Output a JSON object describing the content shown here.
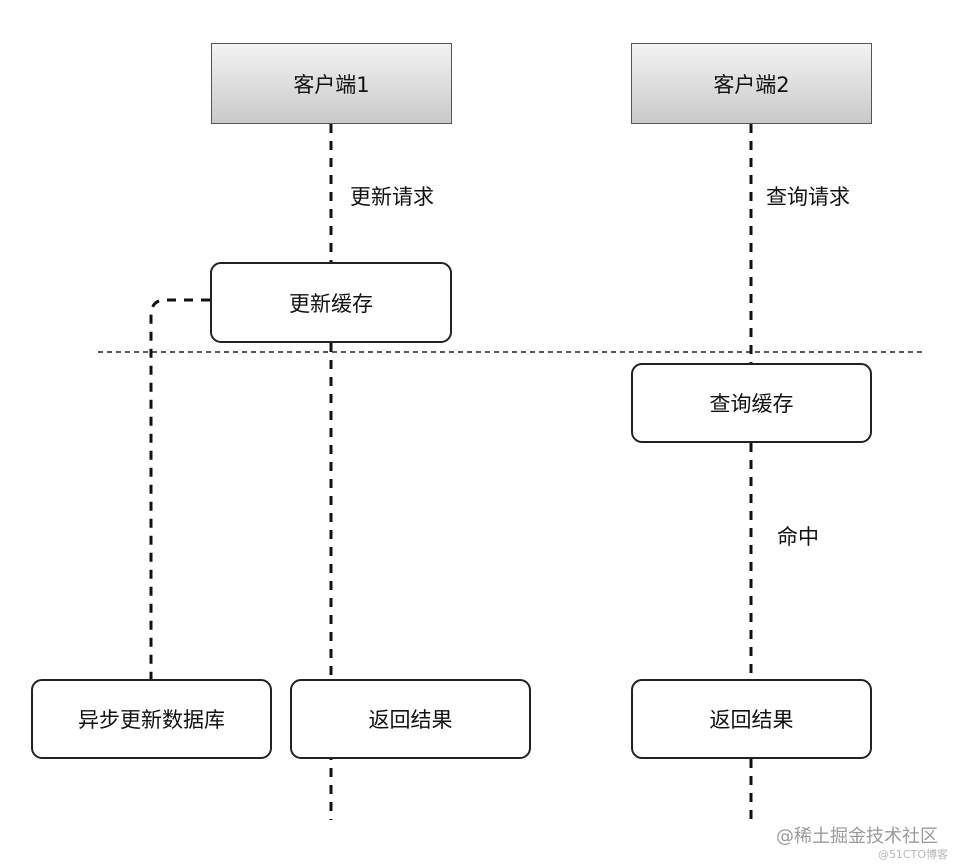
{
  "actors": {
    "client1": "客户端1",
    "client2": "客户端2"
  },
  "messages": {
    "update_request": "更新请求",
    "query_request": "查询请求",
    "hit": "命中"
  },
  "steps": {
    "update_cache": "更新缓存",
    "query_cache": "查询缓存",
    "async_update_db": "异步更新数据库",
    "return_result_1": "返回结果",
    "return_result_2": "返回结果"
  },
  "watermarks": {
    "juejin": "@稀土掘金技术社区",
    "cto": "@51CTO博客"
  }
}
